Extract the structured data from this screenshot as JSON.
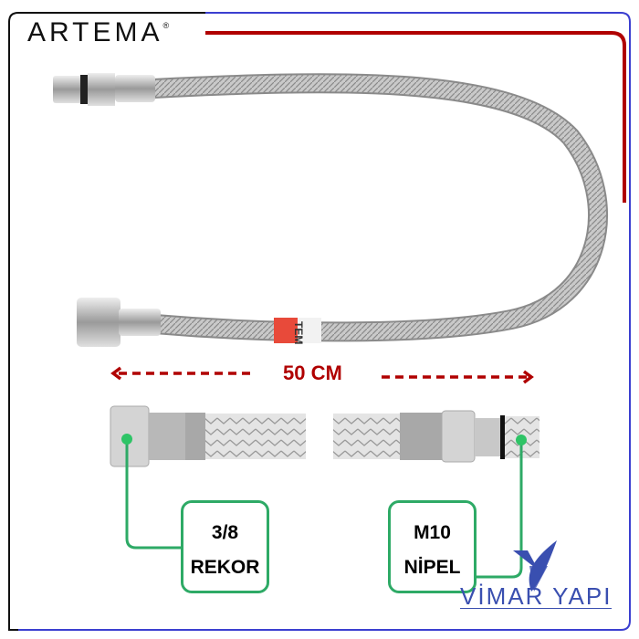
{
  "brand_logo": {
    "name": "ARTEMA",
    "registered": "®"
  },
  "hose_label": "TEM",
  "dimension": {
    "label": "50 CM"
  },
  "callouts": [
    {
      "line1": "3/8",
      "line2": "REKOR"
    },
    {
      "line1": "M10",
      "line2": "NİPEL"
    }
  ],
  "seller_logo": {
    "name": "VİMAR YAPI"
  },
  "colors": {
    "frame_blue": "#3b3fd0",
    "accent_red": "#b00000",
    "callout_green": "#2eaa66",
    "logo_blue": "#3a4fb0"
  }
}
